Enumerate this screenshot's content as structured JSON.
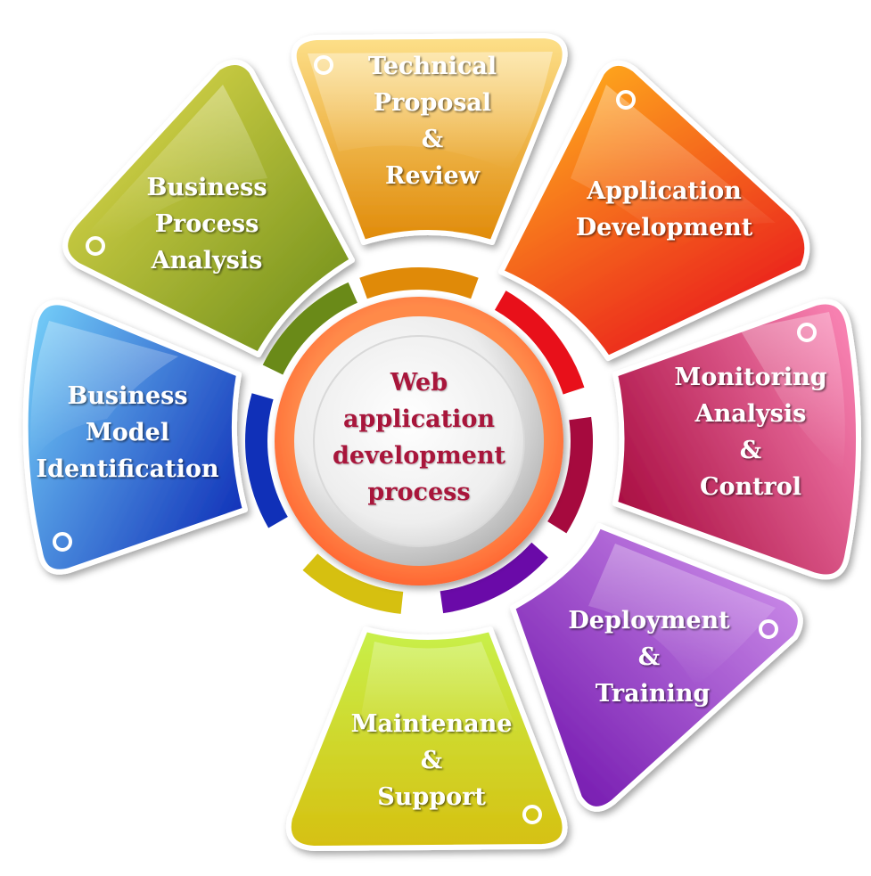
{
  "center": {
    "lines": [
      "Web",
      "application",
      "development",
      "process"
    ],
    "text_color": "#a8123a"
  },
  "petals": [
    {
      "id": "technical-proposal-review",
      "lines": [
        "Technical",
        "Proposal",
        "&",
        "Review"
      ],
      "colors": [
        "#fde08a",
        "#e08a08"
      ]
    },
    {
      "id": "application-development",
      "lines": [
        "Application",
        "Development"
      ],
      "colors": [
        "#ffae1a",
        "#e8101a"
      ]
    },
    {
      "id": "monitoring-analysis-control",
      "lines": [
        "Monitoring",
        "Analysis",
        "&",
        "Control"
      ],
      "colors": [
        "#f780b0",
        "#a60a3e"
      ]
    },
    {
      "id": "deployment-training",
      "lines": [
        "Deployment",
        "&",
        "Training"
      ],
      "colors": [
        "#d69af0",
        "#6a0aa8"
      ]
    },
    {
      "id": "maintenance-support",
      "lines": [
        "Maintenane",
        "&",
        "Support"
      ],
      "colors": [
        "#c8f04a",
        "#d6c010"
      ]
    },
    {
      "id": "business-model-identification",
      "lines": [
        "Business",
        "Model",
        "Identification"
      ],
      "colors": [
        "#6fc6f5",
        "#1030b8"
      ]
    },
    {
      "id": "business-process-analysis",
      "lines": [
        "Business",
        "Process",
        "Analysis"
      ],
      "colors": [
        "#e8e050",
        "#6a8a18"
      ]
    }
  ]
}
